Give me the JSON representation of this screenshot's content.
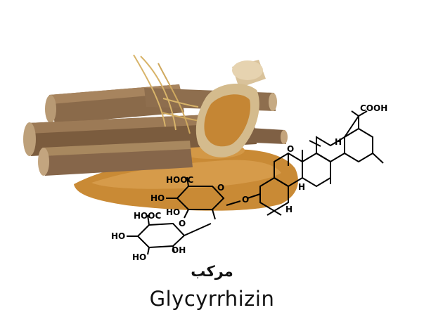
{
  "caption": {
    "arabic": "مركب",
    "english": "Glycyrrhizin"
  },
  "structure": {
    "labels": {
      "cooh_top": "COOH",
      "cooh_sugar1": "HOOC",
      "cooh_sugar2": "HOOC",
      "ho1": "HO",
      "ho2": "HO",
      "ho3": "HO",
      "ho4": "HO",
      "oh1": "OH",
      "o_link1": "O",
      "o_link2": "O",
      "o_link3": "O",
      "ketone_o": "O",
      "h1": "H",
      "h2": "H",
      "h3": "H"
    }
  },
  "colors": {
    "powder": "#c98a35",
    "powder_light": "#dca354",
    "root_bark": "#8a6a4a",
    "root_inner": "#b89a74",
    "scoop_wood": "#d9c29a",
    "twine": "#d8b46a"
  }
}
